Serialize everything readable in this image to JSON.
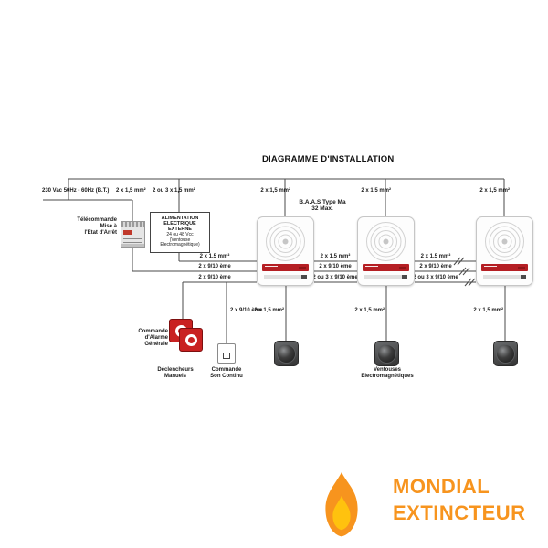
{
  "title": "DIAGRAMME D'INSTALLATION",
  "colors": {
    "accent": "#F7941E",
    "alarm_red": "#C92121",
    "line": "#4A4A4A"
  },
  "top": {
    "mains_label": "230 Vac 50Hz - 60Hz (B.T.)",
    "mains_cable": "2 x 1,5 mm²",
    "alim_cable": "2 ou 3 x 1,5 mm²",
    "baas_type": "B.A.A.S Type Ma\n32 Max.",
    "drop_cables": [
      "2 x 1,5 mm²",
      "2 x 1,5 mm²",
      "2 x 1,5 mm²"
    ]
  },
  "devices": {
    "telecommande": "Télécommande\nMise à\nl'Etat d'Arrêt",
    "alim_title": "ALIMENTATION\nELECTRIQUE\nEXTERNE",
    "alim_sub": "24 ou 48 Vcc\n(Ventouse\nElectromagnétique)"
  },
  "bus": {
    "seg1": [
      "2 x 1,5 mm²",
      "2 x 9/10 ème",
      "2 x 9/10 ème"
    ],
    "seg2": [
      "2 x 1,5 mm²",
      "2 x 9/10 ème",
      "2 ou 3 x 9/10 ème"
    ],
    "seg3": [
      "2 x 1,5 mm²",
      "2 x 9/10 ème",
      "2 ou 3 x 9/10 ème"
    ]
  },
  "bottom": {
    "alarm_cmd": "Commande\nd'Alarme\nGénérale",
    "callpoints": "Déclencheurs\nManuels",
    "son_continu": "Commande\nSon Continu",
    "son_continu_cable": "2 x 9/10 ème",
    "ventouse_cables": [
      "2 x 1,5 mm²",
      "2 x 1,5 mm²",
      "2 x 1,5 mm²"
    ],
    "ventouses": "Ventouses\nElectromagnétiques"
  },
  "logo": {
    "line1": "MONDIAL",
    "line2": "EXTINCTEUR"
  }
}
